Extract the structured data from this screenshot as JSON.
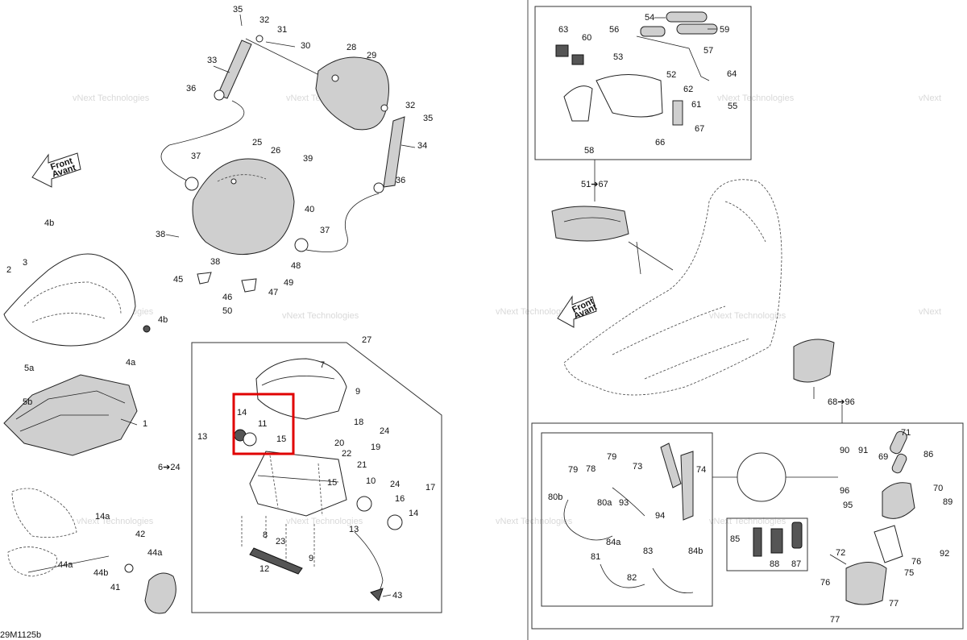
{
  "diagram": {
    "code": "29M1125b",
    "front_label_1": "Front",
    "front_label_2": "Avant",
    "watermark": [
      "vNext",
      "Technologies"
    ],
    "callouts_left": [
      "35",
      "32",
      "31",
      "30",
      "33",
      "36",
      "28",
      "29",
      "32",
      "35",
      "34",
      "36",
      "37",
      "25",
      "26",
      "39",
      "40",
      "37",
      "38",
      "38",
      "48",
      "49",
      "45",
      "46",
      "47",
      "50",
      "4b",
      "2",
      "3",
      "4b",
      "5a",
      "5b",
      "4a",
      "1",
      "14a",
      "42",
      "44a",
      "44a",
      "44b",
      "41",
      "27",
      "7",
      "9",
      "14",
      "11",
      "15",
      "13",
      "18",
      "24",
      "20",
      "22",
      "19",
      "21",
      "10",
      "24",
      "16",
      "17",
      "14",
      "15",
      "13",
      "8",
      "23",
      "12",
      "9",
      "43",
      "6➔24"
    ],
    "callouts_right": [
      "54",
      "56",
      "59",
      "63",
      "60",
      "53",
      "57",
      "64",
      "52",
      "62",
      "55",
      "61",
      "67",
      "58",
      "66",
      "51➔67",
      "68➔96",
      "71",
      "86",
      "90",
      "91",
      "69",
      "96",
      "70",
      "95",
      "79",
      "78",
      "79",
      "73",
      "74",
      "80b",
      "80a",
      "93",
      "94",
      "81",
      "84a",
      "83",
      "84b",
      "82",
      "85",
      "88",
      "87",
      "72",
      "75",
      "76",
      "77",
      "76",
      "77",
      "92",
      "89"
    ],
    "zoom_level": ""
  }
}
